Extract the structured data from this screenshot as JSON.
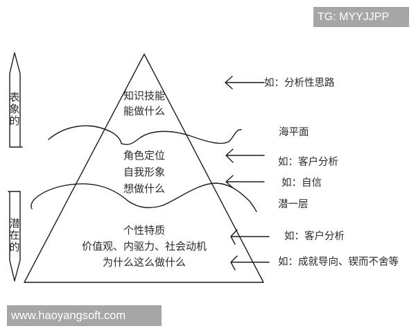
{
  "watermarks": {
    "top_right": "TG: MYYJJPP",
    "bottom_left": "www.haoyangsoft.com"
  },
  "side_arrows": {
    "upper": {
      "label": "表象的",
      "chars": [
        "表",
        "象",
        "的"
      ]
    },
    "lower": {
      "label": "潜在的",
      "chars": [
        "潜",
        "在",
        "的"
      ]
    }
  },
  "pyramid": {
    "layers": [
      {
        "id": "top",
        "lines": [
          "知识技能",
          "能做什么"
        ]
      },
      {
        "id": "middle",
        "lines": [
          "角色定位",
          "自我形象",
          "想做什么"
        ]
      },
      {
        "id": "bottom",
        "lines": [
          "个性特质",
          "价值观、内驱力、社会动机",
          "为什么这么做什么"
        ]
      }
    ]
  },
  "boundaries": {
    "sea_level": "海平面",
    "sub_layer": "潜一层"
  },
  "annotations": [
    {
      "text": "如：分析性思路",
      "target": "top"
    },
    {
      "text": "如：客户分析",
      "target": "middle-upper"
    },
    {
      "text": "如：自信",
      "target": "middle-lower"
    },
    {
      "text": "如：客户分析",
      "target": "bottom-upper"
    },
    {
      "text": "如：成就导向、锲而不舍等",
      "target": "bottom-lower"
    }
  ],
  "colors": {
    "line": "#1a1a1a",
    "text": "#2a2a2a",
    "watermark_bg": "#a6a6a6",
    "watermark_text": "#ffffff"
  }
}
